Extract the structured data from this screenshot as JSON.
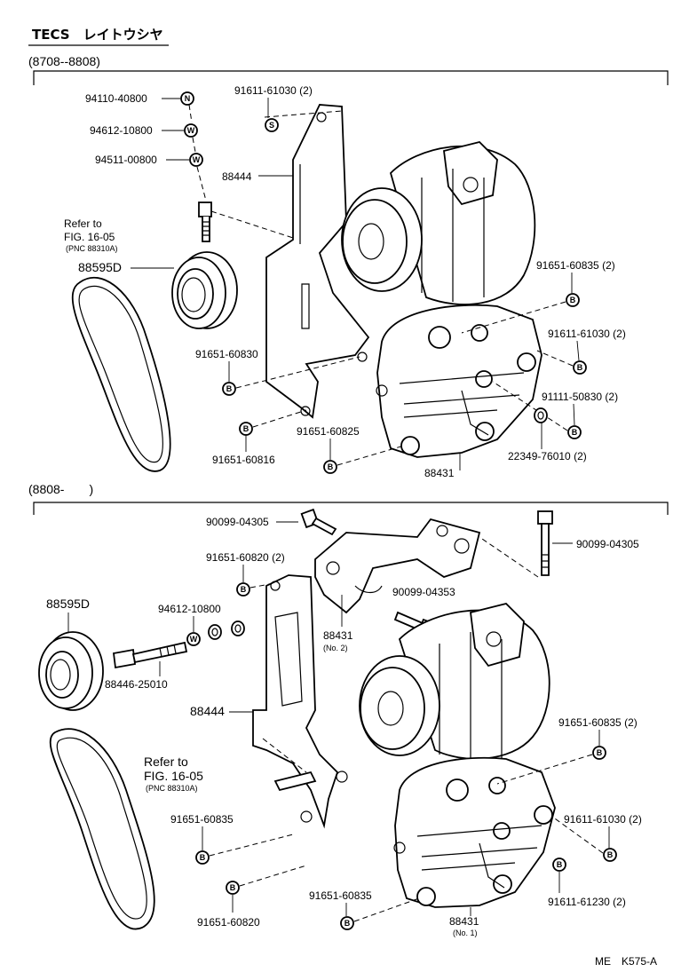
{
  "header": {
    "title": "TECS　レイトウシヤ",
    "period_top": "(8708--8808)",
    "period_bottom": "(8808-　　)",
    "footer_code": "ME　K575-A"
  },
  "symbols": {
    "nut": "N",
    "washer": "W",
    "stud": "S",
    "bolt": "B"
  },
  "top_section": {
    "labels": {
      "nut_94110": "94110-40800",
      "washer_94612": "94612-10800",
      "washer_94511": "94511-00800",
      "stud_91611": "91611-61030 (2)",
      "bracket_88444": "88444",
      "refer_to": "Refer to",
      "refer_fig": "FIG. 16-05",
      "refer_pnc": "(PNC 88310A)",
      "pulley_88595D": "88595D",
      "bolt_91651_60835": "91651-60835 (2)",
      "bolt_91611_61030": "91611-61030 (2)",
      "bolt_91651_60830": "91651-60830",
      "bolt_91111_50830": "91111-50830 (2)",
      "bolt_91651_60825": "91651-60825",
      "bolt_91651_60816": "91651-60816",
      "spacer_22349": "22349-76010 (2)",
      "bracket_88431": "88431"
    }
  },
  "bottom_section": {
    "labels": {
      "bolt_90099_04305_a": "90099-04305",
      "bolt_90099_04305_b": "90099-04305",
      "bolt_91651_60820_2": "91651-60820 (2)",
      "pulley_88595D": "88595D",
      "washer_94612": "94612-10800",
      "bolt_90099_04353": "90099-04353",
      "bracket_88431_no2": "88431",
      "bracket_88431_no2_sub": "(No. 2)",
      "bolt_88446": "88446-25010",
      "bracket_88444": "88444",
      "bolt_91651_60835_2": "91651-60835 (2)",
      "refer_to": "Refer to",
      "refer_fig": "FIG. 16-05",
      "refer_pnc": "(PNC 88310A)",
      "bolt_91651_60835_a": "91651-60835",
      "bolt_91611_61030": "91611-61030 (2)",
      "bolt_91651_60820": "91651-60820",
      "bolt_91651_60835_b": "91651-60835",
      "bolt_91611_61230": "91611-61230 (2)",
      "bracket_88431_no1": "88431",
      "bracket_88431_no1_sub": "(No. 1)"
    }
  }
}
